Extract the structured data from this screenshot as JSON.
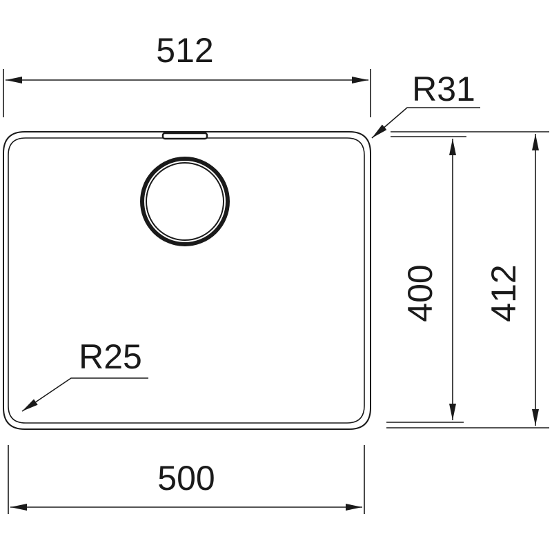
{
  "dimensions": {
    "outer_width": "512",
    "inner_width": "500",
    "inner_height": "400",
    "outer_height": "412",
    "outer_corner_radius": "R31",
    "inner_corner_radius": "R25"
  },
  "colors": {
    "line": "#1a1a1a",
    "background": "#ffffff"
  }
}
